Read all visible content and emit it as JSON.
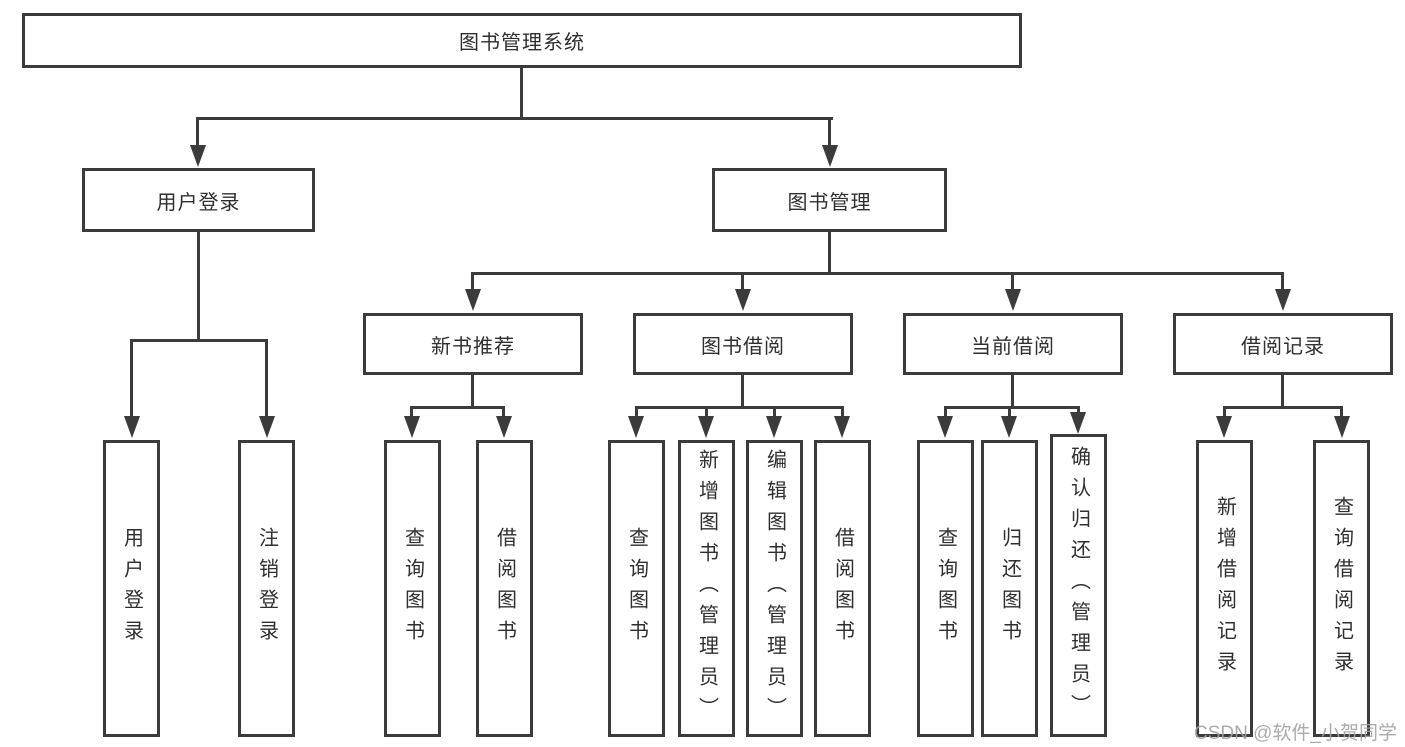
{
  "diagram": {
    "title": "图书管理系统",
    "level2": [
      "用户登录",
      "图书管理"
    ],
    "level3": [
      "新书推荐",
      "图书借阅",
      "当前借阅",
      "借阅记录"
    ],
    "leaves": [
      "用户登录",
      "注销登录",
      "查询图书",
      "借阅图书",
      "查询图书",
      "新增图书（管理员）",
      "编辑图书（管理员）",
      "借阅图书",
      "查询图书",
      "归还图书",
      "确认归还（管理员）",
      "新增借阅记录",
      "查询借阅记录"
    ]
  },
  "watermark": {
    "text": "CSDN @软件_小贺同学"
  },
  "colors": {
    "line": "#3b3b3b",
    "text": "#2f2f2f",
    "watermark": "#a3a3a3",
    "background": "#ffffff"
  }
}
